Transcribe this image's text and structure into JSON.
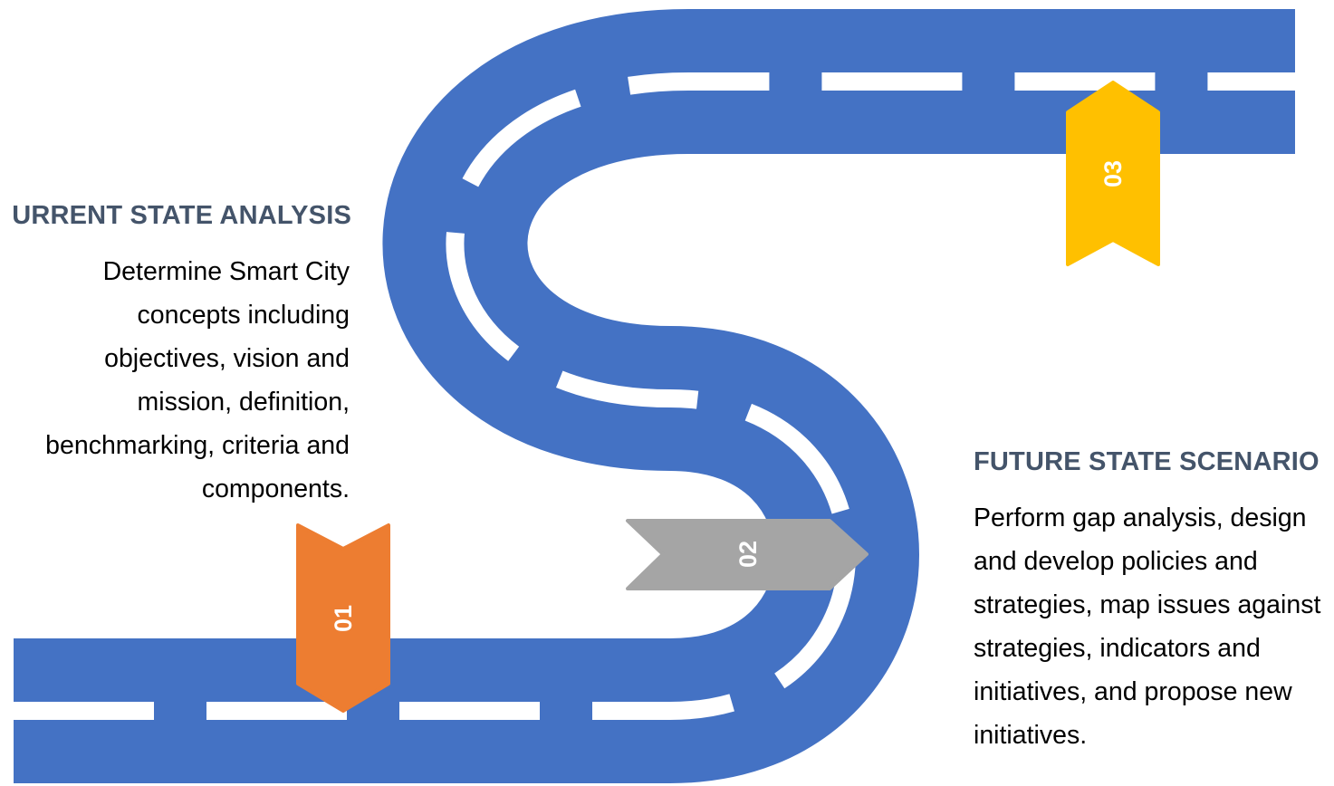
{
  "colors": {
    "road": "#4472C4",
    "road_markings": "#FFFFFF",
    "heading_text": "#44546A",
    "body_text": "#000000",
    "marker_01": "#ED7D31",
    "marker_02": "#A5A5A5",
    "marker_03": "#FFC000"
  },
  "markers": [
    {
      "label": "01",
      "color": "#ED7D31",
      "direction": "down"
    },
    {
      "label": "02",
      "color": "#A5A5A5",
      "direction": "right"
    },
    {
      "label": "03",
      "color": "#FFC000",
      "direction": "up"
    }
  ],
  "current_state": {
    "heading": "URRENT STATE ANALYSIS",
    "lines": [
      "Determine Smart City",
      "concepts including",
      "objectives, vision and",
      "mission, definition,",
      "benchmarking, criteria and",
      "components."
    ]
  },
  "future_state": {
    "heading": "FUTURE STATE SCENARIO",
    "lines": [
      "Perform gap analysis, design",
      "and develop policies and",
      "strategies, map issues against",
      "strategies, indicators and",
      "initiatives, and propose new",
      "initiatives."
    ]
  }
}
